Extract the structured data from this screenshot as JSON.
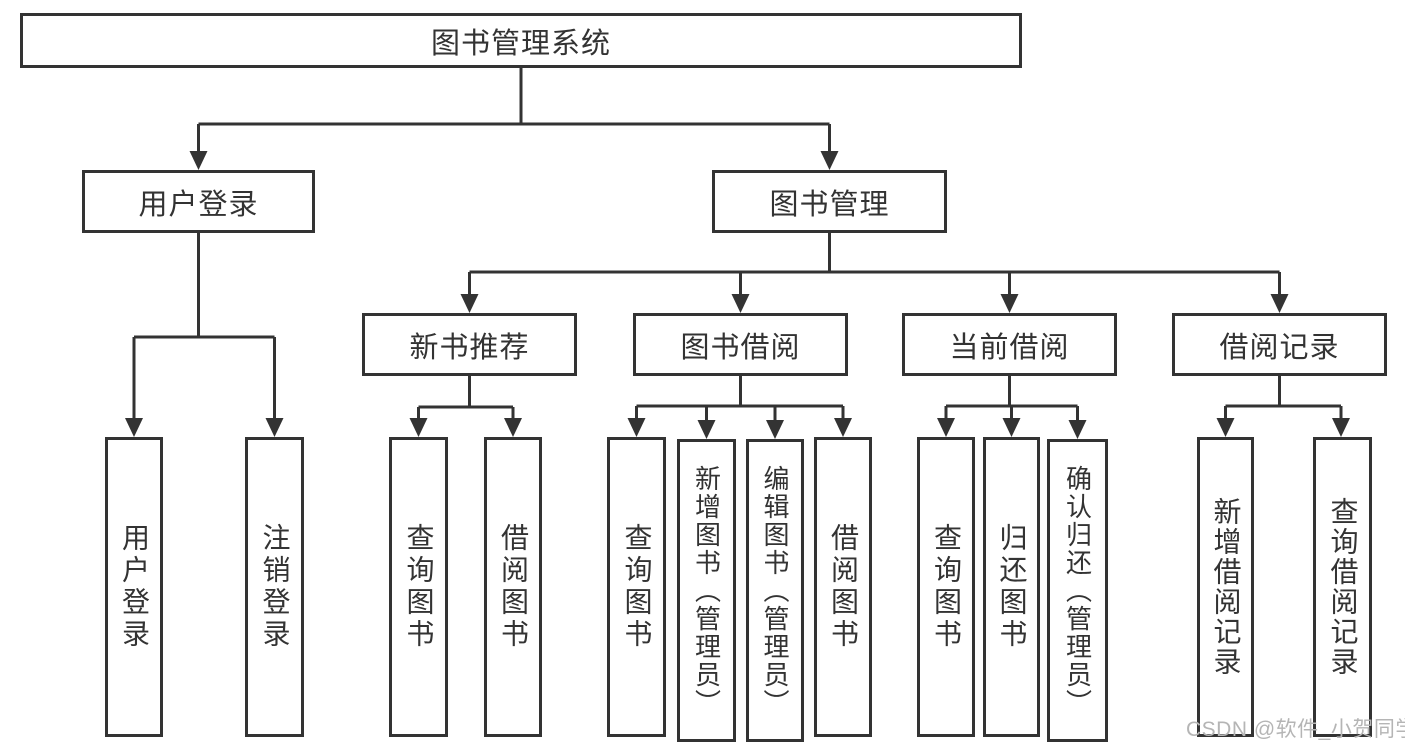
{
  "tree": {
    "root": {
      "label": "图书管理系统",
      "children": [
        {
          "label": "用户登录",
          "children": [
            {
              "label": "用户登录"
            },
            {
              "label": "注销登录"
            }
          ]
        },
        {
          "label": "图书管理",
          "children": [
            {
              "label": "新书推荐",
              "children": [
                {
                  "label": "查询图书"
                },
                {
                  "label": "借阅图书"
                }
              ]
            },
            {
              "label": "图书借阅",
              "children": [
                {
                  "label": "查询图书"
                },
                {
                  "label": "新增图书（管理员）"
                },
                {
                  "label": "编辑图书（管理员）"
                },
                {
                  "label": "借阅图书"
                }
              ]
            },
            {
              "label": "当前借阅",
              "children": [
                {
                  "label": "查询图书"
                },
                {
                  "label": "归还图书"
                },
                {
                  "label": "确认归还（管理员）"
                }
              ]
            },
            {
              "label": "借阅记录",
              "children": [
                {
                  "label": "新增借阅记录"
                },
                {
                  "label": "查询借阅记录"
                }
              ]
            }
          ]
        }
      ]
    }
  },
  "watermark": {
    "text": "CSDN @软件_小贺同学"
  },
  "colors": {
    "line": "#333333",
    "box_border": "#333333",
    "box_fill": "#ffffff",
    "text": "#333333",
    "watermark": "#b5b5b5",
    "background": "#ffffff"
  }
}
